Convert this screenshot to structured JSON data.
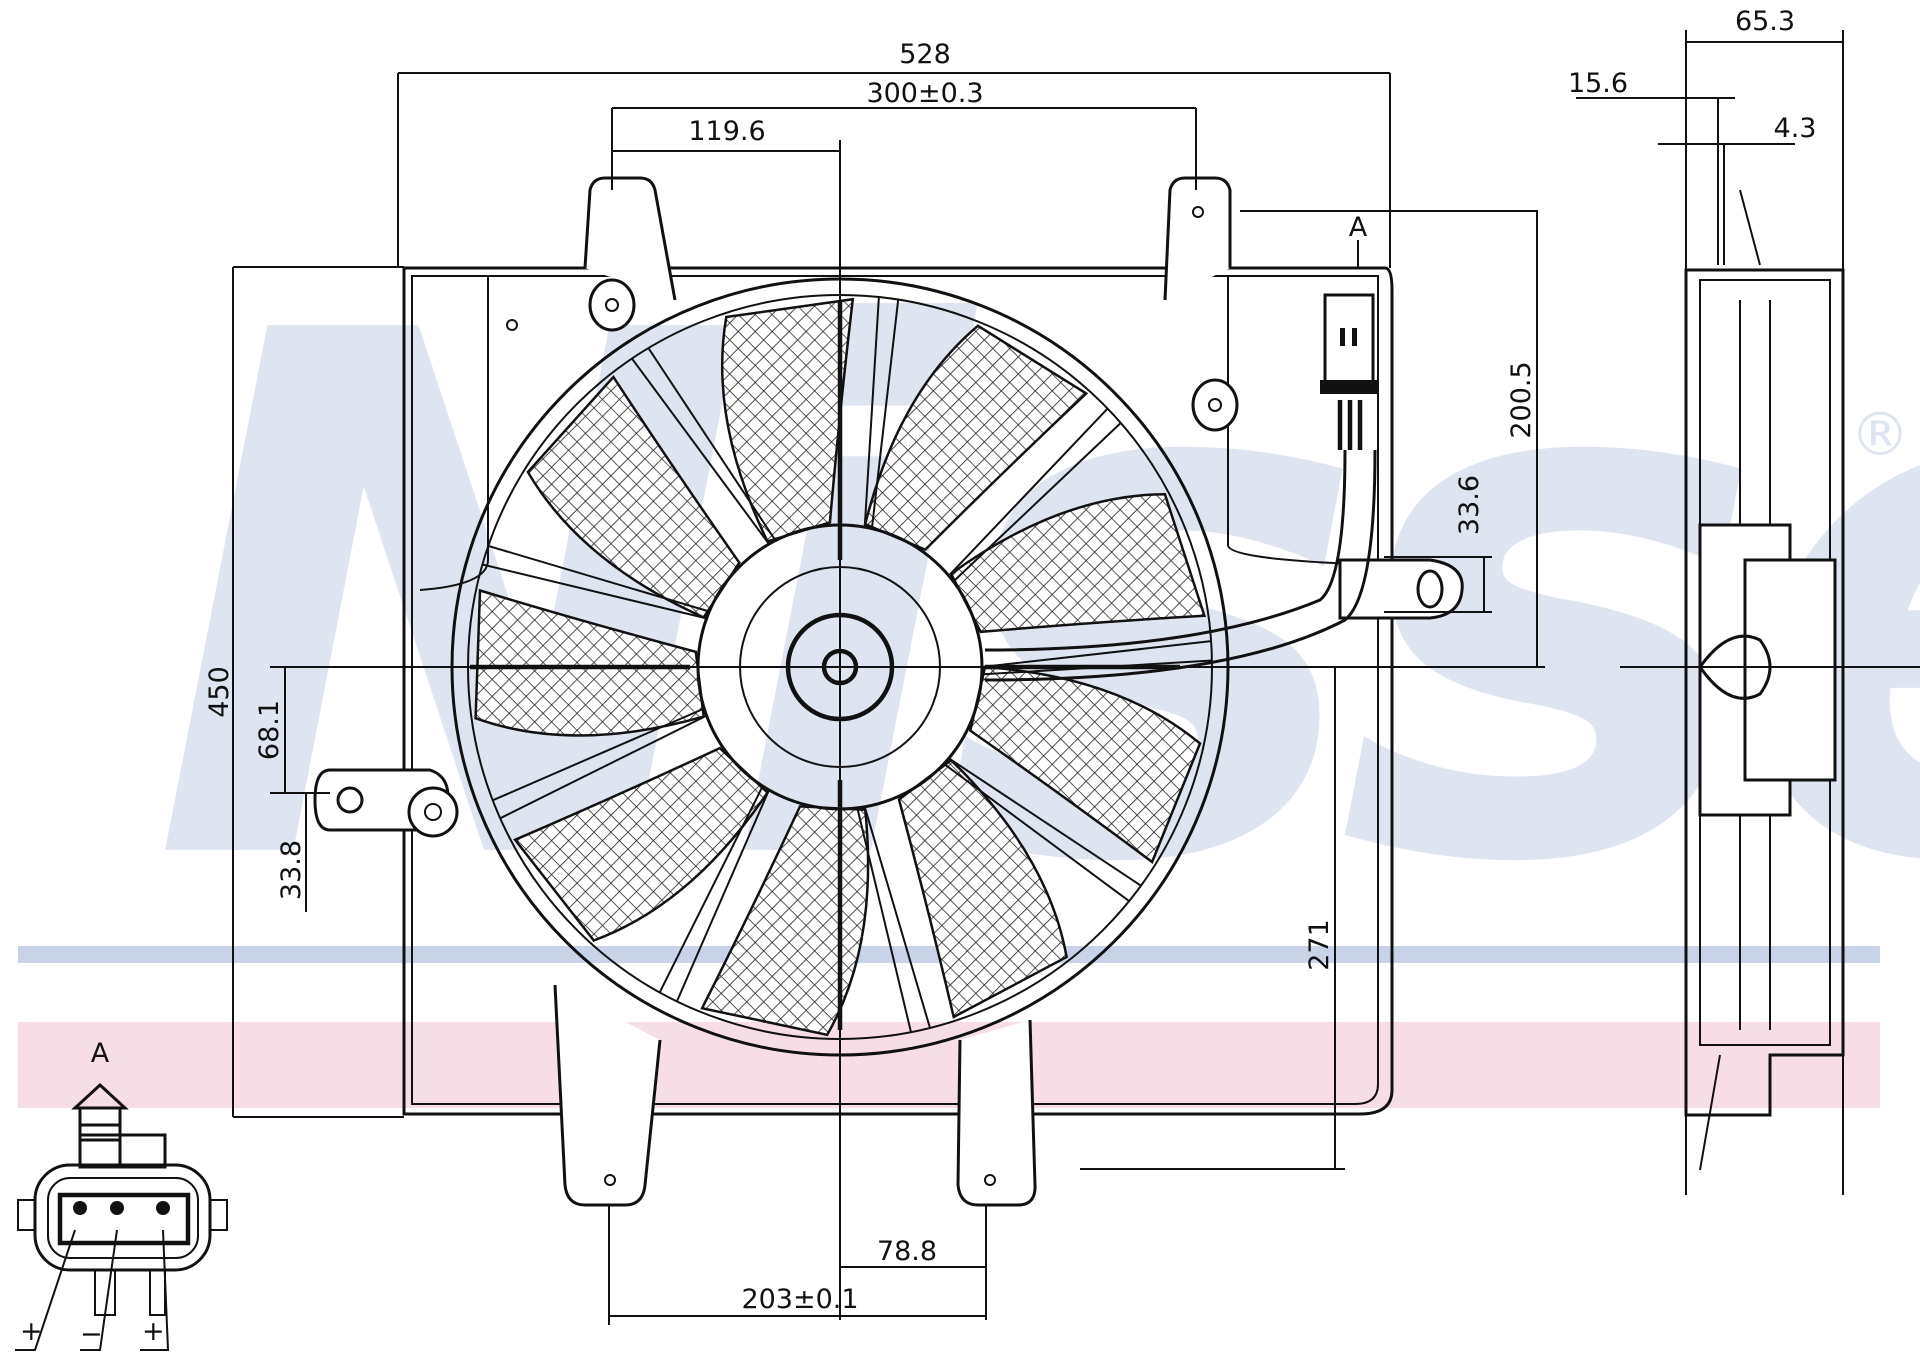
{
  "title": "Radiator fan assembly dimensional drawing",
  "watermark": {
    "text": "Nissens",
    "mark": "®"
  },
  "colors": {
    "line": "#111111",
    "watermark": "#dfe5f0",
    "blue_band": "#c9d3e7",
    "pink_band": "#f6dde6"
  },
  "fan": {
    "blade_count": 9,
    "strut_count": 9
  },
  "dimensions": {
    "overall_width": "528",
    "mount_spacing_top": "300±0.3",
    "top_offset": "119.6",
    "overall_height": "450",
    "left_bracket_height": "68.1",
    "left_bracket_offset": "33.8",
    "right_vertical": "200.5",
    "right_bracket_offset": "33.6",
    "lower_height": "271",
    "bottom_offset": "78.8",
    "mount_spacing_bottom": "203±0.1",
    "depth": "65.3",
    "side_a": "15.6",
    "side_b": "4.3"
  },
  "view_marker": "A",
  "connector": {
    "label": "A",
    "pins": [
      "+",
      "−",
      "+"
    ]
  }
}
